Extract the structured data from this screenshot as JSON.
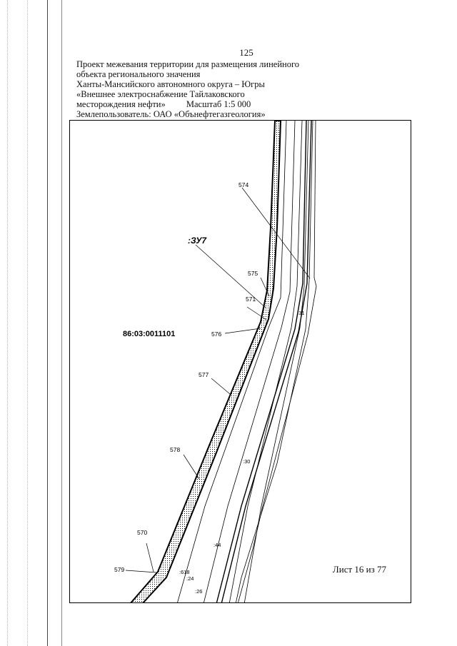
{
  "page": {
    "number": "125",
    "header_lines": [
      "Проект межевания территории для размещения линейного",
      "объекта регионального значения",
      "Ханты-Мансийского автономного округа – Югры",
      "«Внешнее электроснабжение Тайлаковского"
    ],
    "header_line5_left": "месторождения нефти»",
    "header_line5_scale": "Масштаб 1:5 000",
    "land_user": "Землепользователь: ОАО «Обънефтегазгеология»"
  },
  "map": {
    "parcel_label": ":ЗУ7",
    "cadastral_block": "86:03:0011101",
    "point_labels": [
      "574",
      "575",
      "571",
      "576",
      "577",
      "578",
      "570",
      "579"
    ],
    "segment_labels": [
      ":31",
      ":30",
      ":44",
      ":618",
      ":24",
      ":26"
    ],
    "sheet": "Лист 16 из 77"
  }
}
